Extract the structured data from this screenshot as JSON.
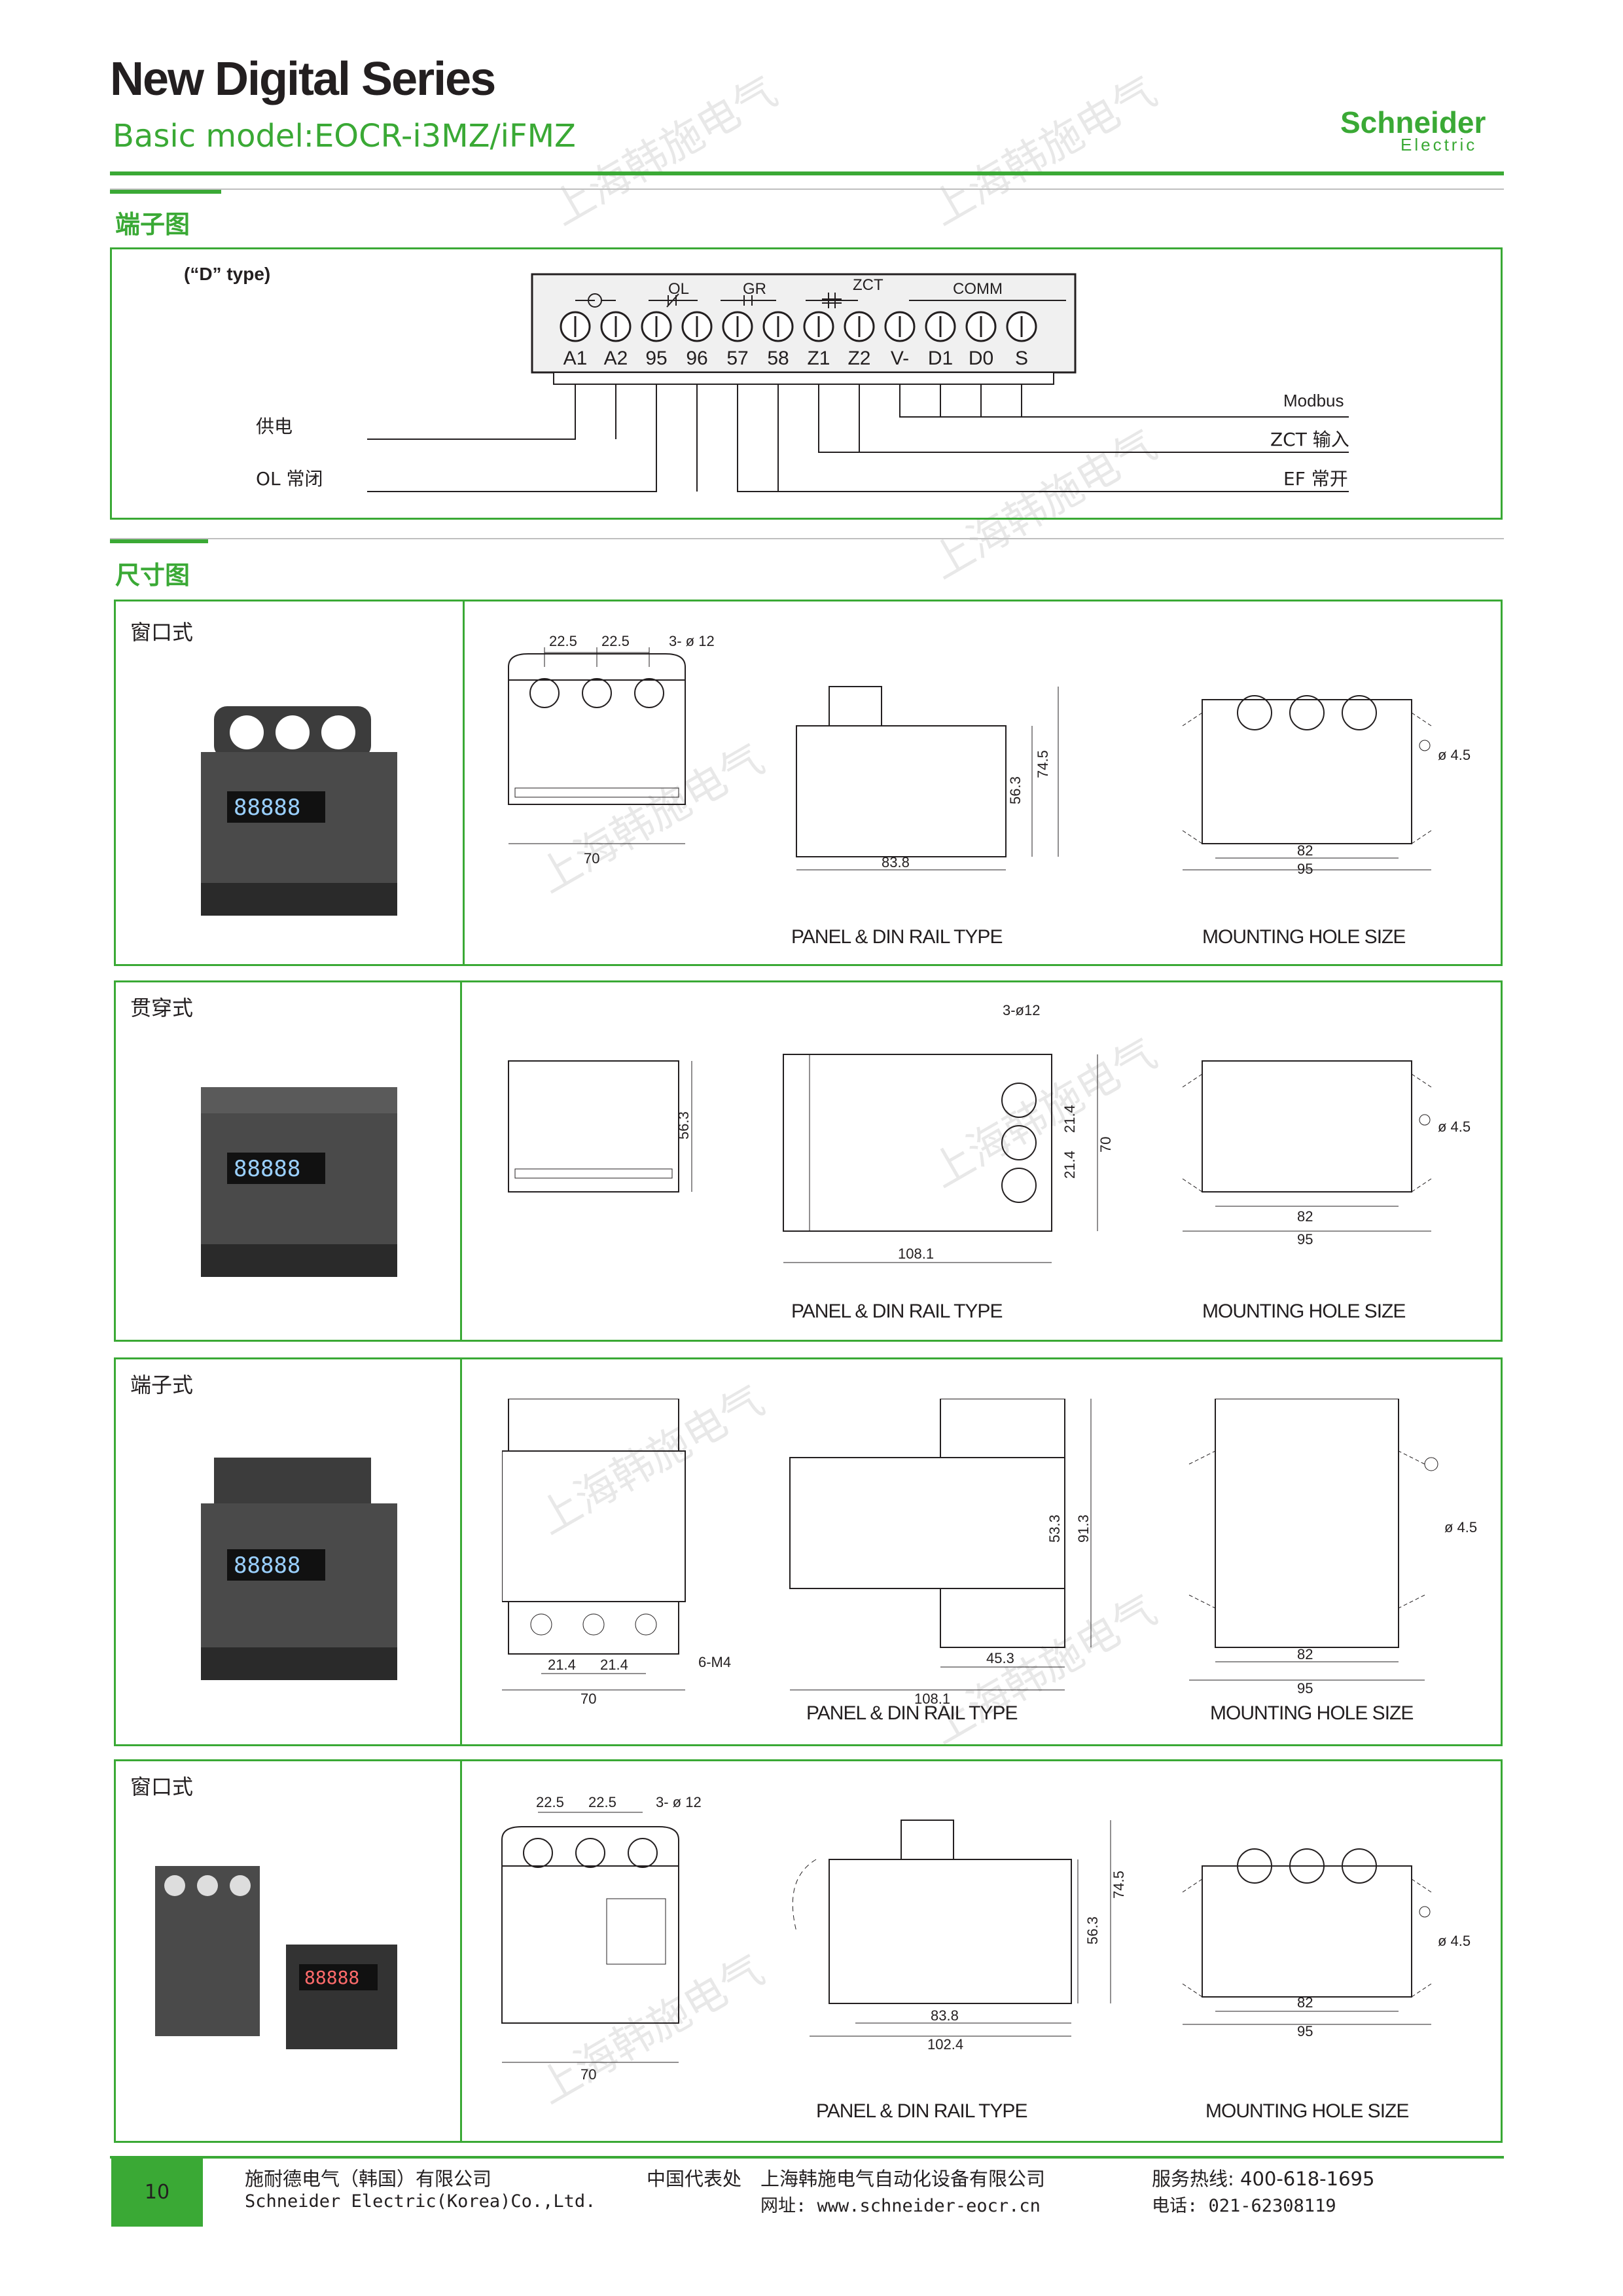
{
  "header": {
    "title": "New Digital Series",
    "subtitle": "Basic model:EOCR-i3MZ/iFMZ",
    "brand_line1": "Schneider",
    "brand_line2": "Electric"
  },
  "terminal_section": {
    "heading": "端子图",
    "type_label": "(“D” type)",
    "group_labels": [
      "OL",
      "GR",
      "ZCT",
      "COMM"
    ],
    "terminals": [
      "A1",
      "A2",
      "95",
      "96",
      "57",
      "58",
      "Z1",
      "Z2",
      "V-",
      "D1",
      "D0",
      "S"
    ],
    "left_labels": [
      "供电",
      "OL 常闭"
    ],
    "right_labels": [
      "Modbus",
      "ZCT 输入",
      "EF 常开"
    ]
  },
  "dimension_section": {
    "heading": "尺寸图",
    "rows": [
      {
        "label": "窗口式",
        "front_dims": [
          "22.5",
          "22.5",
          "3- ø 12",
          "70"
        ],
        "side_dims": [
          "56.3",
          "74.5",
          "83.8"
        ],
        "mount_dims": [
          "ø 4.5",
          "82",
          "95"
        ],
        "caption_left": "PANEL & DIN RAIL TYPE",
        "caption_right": "MOUNTING HOLE SIZE"
      },
      {
        "label": "贯穿式",
        "front_dims": [
          "56.3"
        ],
        "side_dims": [
          "3-ø12",
          "21.4",
          "21.4",
          "70",
          "108.1"
        ],
        "mount_dims": [
          "ø 4.5",
          "82",
          "95"
        ],
        "caption_left": "PANEL & DIN RAIL TYPE",
        "caption_right": "MOUNTING HOLE SIZE"
      },
      {
        "label": "端子式",
        "front_dims": [
          "21.4",
          "21.4",
          "6-M4",
          "70"
        ],
        "side_dims": [
          "53.3",
          "91.3",
          "45.3",
          "108.1"
        ],
        "mount_dims": [
          "ø 4.5",
          "82",
          "95"
        ],
        "caption_left": "PANEL & DIN RAIL TYPE",
        "caption_right": "MOUNTING HOLE SIZE"
      },
      {
        "label": "窗口式",
        "front_dims": [
          "22.5",
          "22.5",
          "3- ø 12",
          "70"
        ],
        "side_dims": [
          "56.3",
          "74.5",
          "83.8",
          "102.4"
        ],
        "mount_dims": [
          "ø 4.5",
          "82",
          "95"
        ],
        "caption_left": "PANEL & DIN RAIL TYPE",
        "caption_right": "MOUNTING HOLE SIZE"
      }
    ]
  },
  "watermark": "上海韩施电气",
  "footer": {
    "page_number": "10",
    "company_cn": "施耐德电气（韩国）有限公司",
    "company_en": "Schneider Electric(Korea)Co.,Ltd.",
    "rep_label": "中国代表处",
    "rep_name": "上海韩施电气自动化设备有限公司",
    "website": "网址: www.schneider-eocr.cn",
    "hotline": "服务热线: 400-618-1695",
    "phone": "电话: 021-62308119"
  },
  "colors": {
    "accent": "#3aa935",
    "text": "#231f20"
  }
}
